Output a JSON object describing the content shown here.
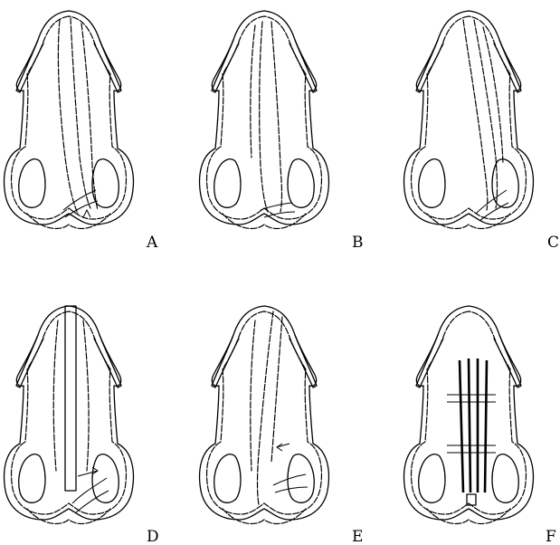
{
  "figure": {
    "panels": [
      {
        "label": "A",
        "variant": "septal-deviation-left"
      },
      {
        "label": "B",
        "variant": "septal-deviation-mild"
      },
      {
        "label": "C",
        "variant": "septal-deviation-right"
      },
      {
        "label": "D",
        "variant": "graft-straight-arrow"
      },
      {
        "label": "E",
        "variant": "graft-oblique-arrow"
      },
      {
        "label": "F",
        "variant": "splints-sutured"
      }
    ],
    "ink_color": "#000000",
    "background_color": "#ffffff"
  }
}
